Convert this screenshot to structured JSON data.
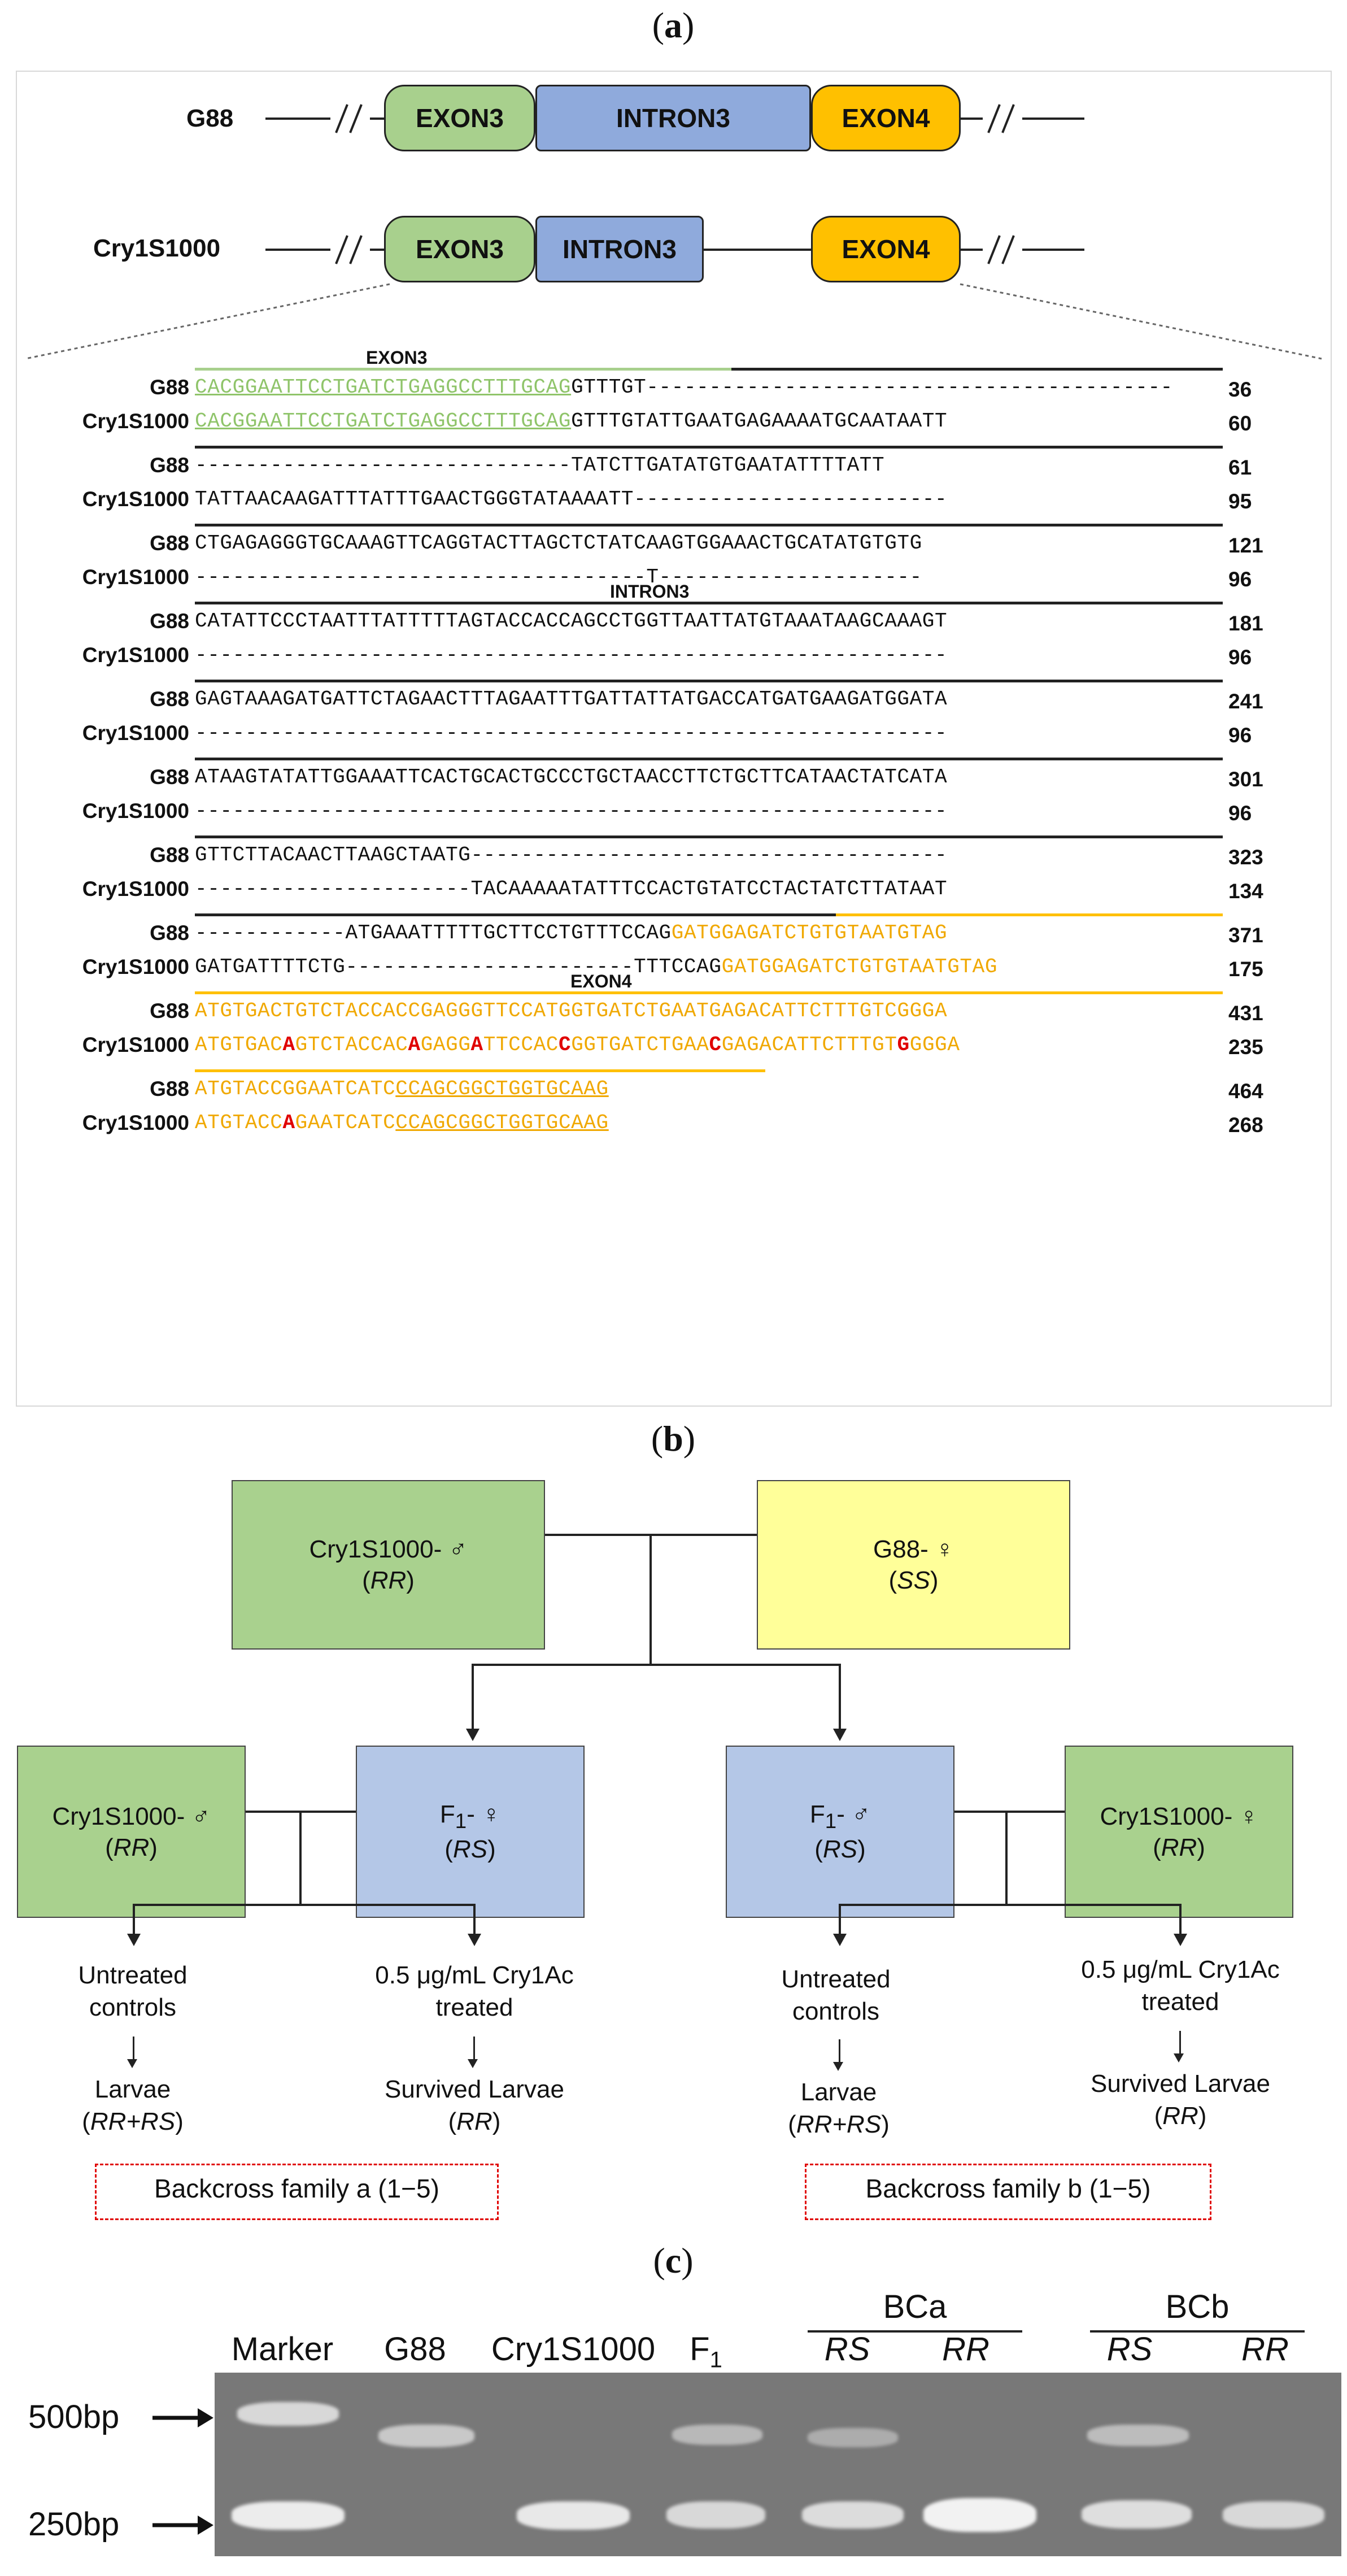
{
  "panel_labels": {
    "a": "a",
    "b": "b",
    "c": "c"
  },
  "panel_a": {
    "gene_structure": {
      "g88": {
        "label": "G88",
        "exon3": "EXON3",
        "intron3": "INTRON3",
        "exon4": "EXON4"
      },
      "cry": {
        "label": "Cry1S1000",
        "exon3": "EXON3",
        "intron3": "INTRON3",
        "exon4": "EXON4"
      }
    },
    "region_labels": {
      "exon3": "EXON3",
      "intron3": "INTRON3",
      "exon4": "EXON4"
    },
    "names": {
      "g88": "G88",
      "cry": "Cry1S1000"
    },
    "rows": [
      {
        "g88_seq": "GTTTGT------------------------------------------",
        "g88_pre": "CACGGAATTCCTGATCTGAGGCCTTTGCAG",
        "g88_num": "36",
        "cry_pre": "CACGGAATTCCTGATCTGAGGCCTTTGCAG",
        "cry_seq": "GTTTGTATTGAATGAGAAAATGCAATAATT",
        "cry_num": "60"
      },
      {
        "g88_seq": "------------------------------TATCTTGATATGTGAATATTTTATT",
        "g88_num": "61",
        "cry_seq": "TATTAACAAGATTTATTTGAACTGGGTATAAAATT-------------------------",
        "cry_num": "95"
      },
      {
        "g88_seq": "CTGAGAGGGTGCAAAGTTCAGGTACTTAGCTCTATCAAGTGGAAACTGCATATGTGTG",
        "g88_num": "121",
        "cry_seq": "------------------------------------T---------------------",
        "cry_num": "96"
      },
      {
        "g88_seq": "CATATTCCCTAATTTATTTTTAGTACCACCAGCCTGGTTAATTATGTAAATAAGCAAAGT",
        "g88_num": "181",
        "cry_seq": "------------------------------------------------------------",
        "cry_num": "96"
      },
      {
        "g88_seq": "GAGTAAAGATGATTCTAGAACTTTAGAATTTGATTATTATGACCATGATGAAGATGGATA",
        "g88_num": "241",
        "cry_seq": "------------------------------------------------------------",
        "cry_num": "96"
      },
      {
        "g88_seq": "ATAAGTATATTGGAAATTCACTGCACTGCCCTGCTAACCTTCTGCTTCATAACTATCATA",
        "g88_num": "301",
        "cry_seq": "------------------------------------------------------------",
        "cry_num": "96"
      },
      {
        "g88_seq": "GTTCTTACAACTTAAGCTAATG--------------------------------------",
        "g88_num": "323",
        "cry_seq": "----------------------TACAAAAATATTTCCACTGTATCCTACTATCTTATAAT",
        "cry_num": "134"
      },
      {
        "g88_seq": "------------ATGAAATTTTTGCTTCCTGTTTCCAG",
        "g88_tail": "GATGGAGATCTGTGTAATGTAG",
        "g88_num": "371",
        "cry_seq": "GATGATTTTCTG-----------------------TTTCCAG",
        "cry_tail": "GATGGAGATCTGTGTAATGTAG",
        "cry_num": "175"
      },
      {
        "g88_seq": "ATGTGACTGTCTACCACCGAGGGTTCCATGGTGATCTGAATGAGACATTCTTTGTCGGGA",
        "g88_num": "431",
        "cry_parts": [
          "ATGTGAC",
          "A",
          "GTCTACCAC",
          "A",
          "GAGG",
          "A",
          "TTCCAC",
          "C",
          "GGTGATCTGAA",
          "C",
          "GAGACATTCTTTGT",
          "G",
          "GGGA"
        ],
        "cry_num": "235"
      },
      {
        "g88_seq": "ATGTACCGGAATCATC",
        "g88_tail": "CCAGCGGCTGGTGCAAG",
        "g88_num": "464",
        "cry_parts": [
          "ATGTACC",
          "A",
          "GAATCATC"
        ],
        "cry_tail": "CCAGCGGCTGGTGCAAG",
        "cry_num": "268"
      }
    ]
  },
  "panel_b": {
    "parent_male": {
      "name": "Cry1S1000- ♂",
      "genotype": "RR"
    },
    "parent_female": {
      "name": "G88- ♀",
      "genotype": "SS"
    },
    "bc_left_male": {
      "name": "Cry1S1000- ♂",
      "genotype": "RR"
    },
    "f1_female": {
      "name_prefix": "F",
      "sub": "1",
      "name_suffix": "- ♀",
      "genotype": "RS"
    },
    "f1_male": {
      "name_prefix": "F",
      "sub": "1",
      "name_suffix": "- ♂",
      "genotype": "RS"
    },
    "bc_right_female": {
      "name": "Cry1S1000- ♀",
      "genotype": "RR"
    },
    "untreated": [
      "Untreated",
      "controls"
    ],
    "treated": [
      "0.5 μg/mL Cry1Ac",
      "treated"
    ],
    "larvae": "Larvae",
    "larvae_genotype": "RR+RS",
    "survived": "Survived Larvae",
    "survived_genotype": "RR",
    "family_a": "Backcross family a (1−5)",
    "family_b": "Backcross family b (1−5)"
  },
  "panel_c": {
    "group_labels": {
      "bca": "BCa",
      "bcb": "BCb"
    },
    "lanes": [
      "Marker",
      "G88",
      "Cry1S1000",
      "F",
      "RS",
      "RR",
      "RS",
      "RR"
    ],
    "f1_sub": "1",
    "size_labels": [
      "500bp",
      "250bp"
    ],
    "gel_color": "#787878"
  }
}
